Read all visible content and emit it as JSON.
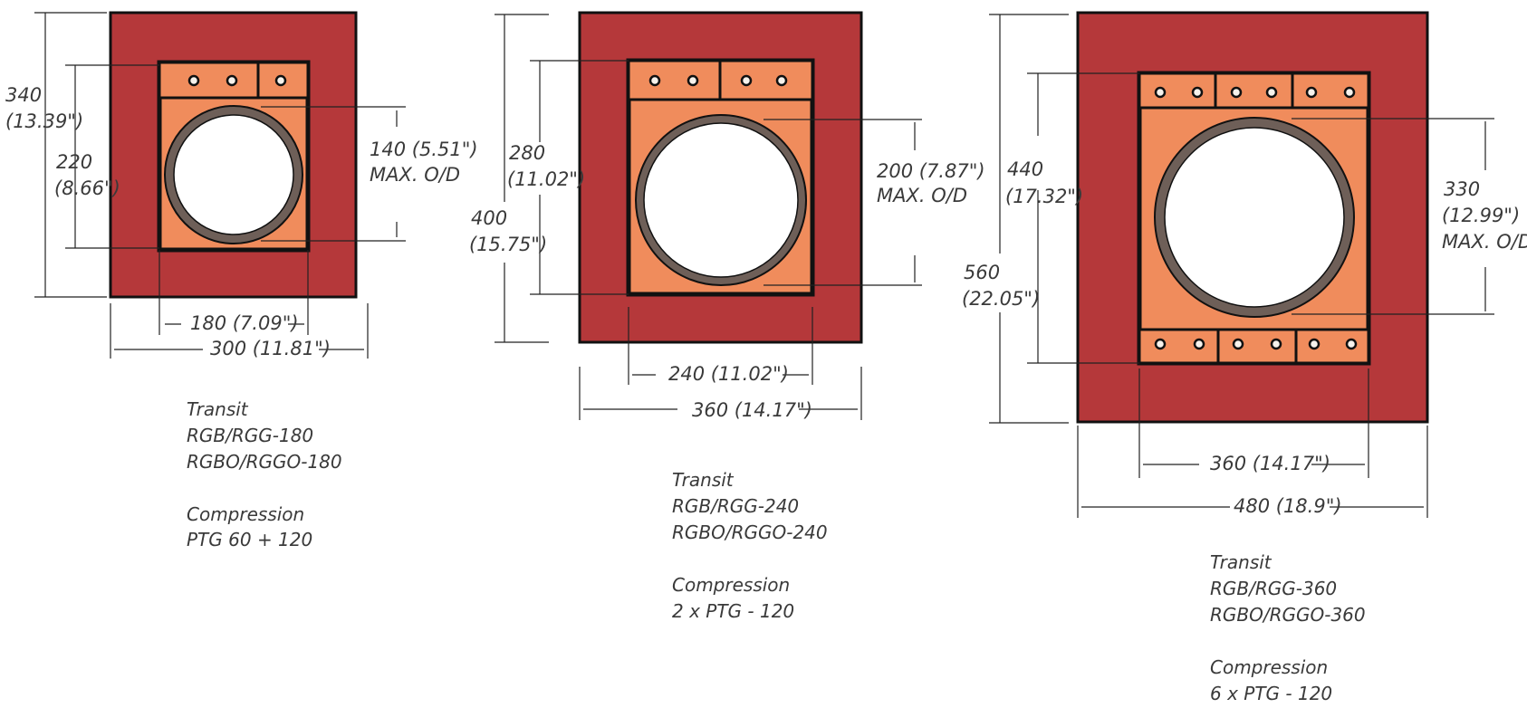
{
  "units": [
    {
      "id": "unit-180",
      "dims": {
        "height_outer": [
          "340",
          "(13.39\")"
        ],
        "height_inner": [
          "220",
          "(8.66\")"
        ],
        "max_od": [
          "140 (5.51\")",
          "MAX. O/D"
        ],
        "width_inner": "180 (7.09\")",
        "width_outer": "300 (11.81\")"
      },
      "caption": {
        "transit_title": "Transit",
        "transit_lines": [
          "RGB/RGG-180",
          "RGBO/RGGO-180"
        ],
        "compression_title": "Compression",
        "compression_lines": [
          "PTG 60 + 120"
        ]
      }
    },
    {
      "id": "unit-240",
      "dims": {
        "height_inner": [
          "280",
          "(11.02\")"
        ],
        "height_outer": [
          "400",
          "(15.75\")"
        ],
        "max_od": [
          "200 (7.87\")",
          "MAX. O/D"
        ],
        "width_inner": "240 (11.02\")",
        "width_outer": "360 (14.17\")"
      },
      "caption": {
        "transit_title": "Transit",
        "transit_lines": [
          "RGB/RGG-240",
          "RGBO/RGGO-240"
        ],
        "compression_title": "Compression",
        "compression_lines": [
          "2 x PTG - 120"
        ]
      }
    },
    {
      "id": "unit-360",
      "dims": {
        "height_inner": [
          "440",
          "(17.32\")"
        ],
        "height_outer": [
          "560",
          "(22.05\")"
        ],
        "max_od": [
          "330",
          "(12.99\")",
          "MAX. O/D"
        ],
        "width_inner": "360 (14.17\")",
        "width_outer": "480 (18.9\")"
      },
      "caption": {
        "transit_title": "Transit",
        "transit_lines": [
          "RGB/RGG-360",
          "RGBO/RGGO-360"
        ],
        "compression_title": "Compression",
        "compression_lines": [
          "6 x PTG - 120"
        ]
      }
    }
  ],
  "colors": {
    "frame": "#b5383a",
    "block": "#f08c5c",
    "ring": "#6e5f58"
  }
}
